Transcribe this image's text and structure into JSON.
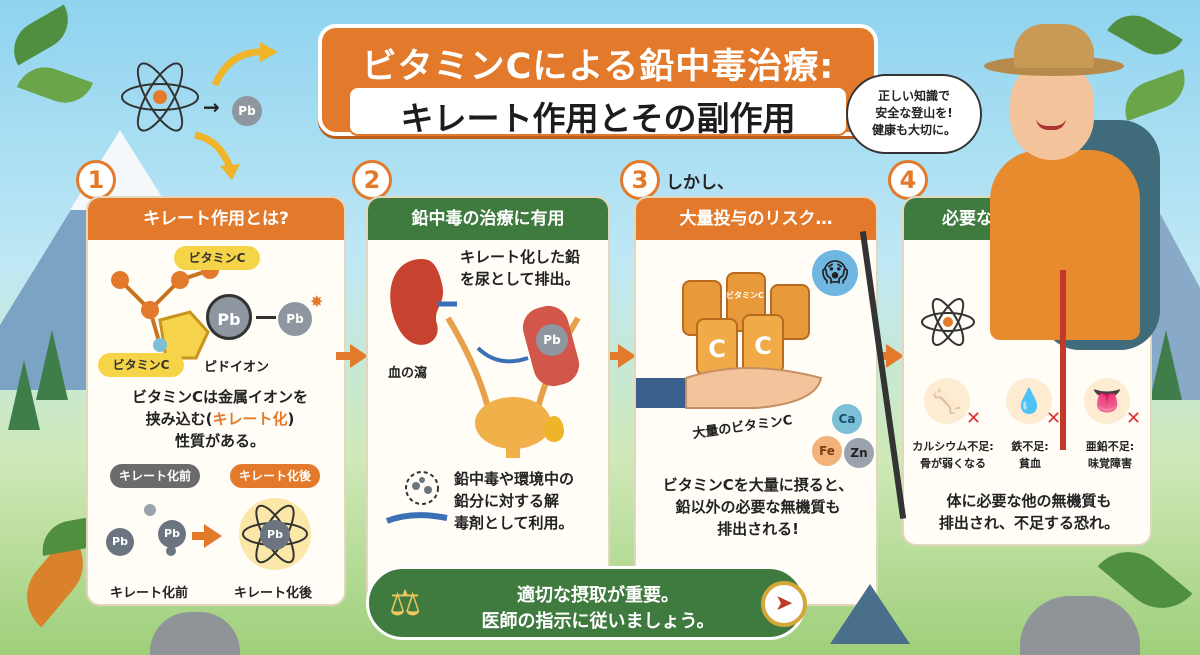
{
  "title": {
    "line1": "ビタミンCによる鉛中毒治療:",
    "line2": "キレート作用とその副作用"
  },
  "intro": {
    "pb_label": "Pb"
  },
  "speech": {
    "line1": "正しい知識で",
    "line2": "安全な登山を!",
    "line3": "健康も大切に。"
  },
  "panels": [
    {
      "number": "1",
      "heading": "キレート作用とは?",
      "vitc_label_top": "ビタミンC",
      "vitc_label_bottom": "ビタミンC",
      "pb_label": "Pb",
      "pb_ion_label": "Pb",
      "ion_caption": "ピドイオン",
      "body_line1": "ビタミンCは金属イオンを",
      "body_line2_a": "挟み込む(",
      "body_line2_b": "キレート化",
      "body_line2_c": ")",
      "body_line3": "性質がある。",
      "before_pill": "キレート化前",
      "after_pill": "キレート化後",
      "before_caption": "キレート化前",
      "after_caption": "キレート化後",
      "pb_a": "Pb",
      "pb_b": "Pb",
      "pb_c": "Pb"
    },
    {
      "number": "2",
      "heading": "鉛中毒の治療に有用",
      "caption_line1": "キレート化した鉛",
      "caption_line2": "を尿として排出。",
      "blood_label": "血の瀉",
      "pb_label": "Pb",
      "body_line1": "鉛中毒や環境中の",
      "body_line2": "鉛分に対する解",
      "body_line3": "毒剤として利用。"
    },
    {
      "number": "3",
      "prefix": "しかし、",
      "heading": "大量投与のリスク…",
      "bottle_label": "C",
      "bottle_brand": "ビタミンC",
      "hand_label": "大量のビタミンC",
      "mineral_1": "Ca",
      "mineral_2": "Fe",
      "mineral_3": "Zn",
      "body_line1": "ビタミンCを大量に摂ると、",
      "body_line2": "鉛以外の必要な無機質も",
      "body_line3": "排出される!"
    },
    {
      "number": "4",
      "heading": "必要な無機質まで不足",
      "def1_line1": "カルシウム不足:",
      "def1_line2": "骨が弱くなる",
      "def2_line1": "鉄不足:",
      "def2_line2": "貧血",
      "def3_line1": "亜鉛不足:",
      "def3_line2": "味覚障害",
      "body_line1": "体に必要な他の無機質も",
      "body_line2": "排出され、不足する恐れ。"
    }
  ],
  "banner": {
    "line1": "適切な摂取が重要。",
    "line2": "医師の指示に従いましょう。"
  },
  "colors": {
    "accent_orange": "#e37a2b",
    "panel1_head": "#e37a2b",
    "panel2_head": "#3f7a3f",
    "panel3_head": "#e37a2b",
    "panel4_head": "#3f7a3f"
  }
}
